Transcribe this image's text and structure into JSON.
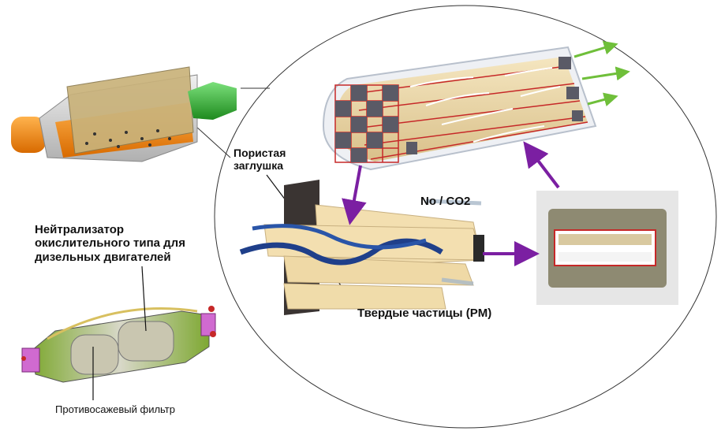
{
  "labels": {
    "catalyst": "Нейтрализатор окислительного типа для дизельных двигателей",
    "dpf": "Противосажевый фильтр",
    "porous_plug": "Пористая заглушка",
    "gas": "No / CO2",
    "pm": "Твердые частицы (PM)"
  },
  "colors": {
    "flow_arrow": "#7b1fa2",
    "exit_arrow": "#6fbf3a",
    "soot_arrow": "#1f3f8a",
    "filter_wall": "#d8c08a",
    "channel_line": "#c62828"
  }
}
